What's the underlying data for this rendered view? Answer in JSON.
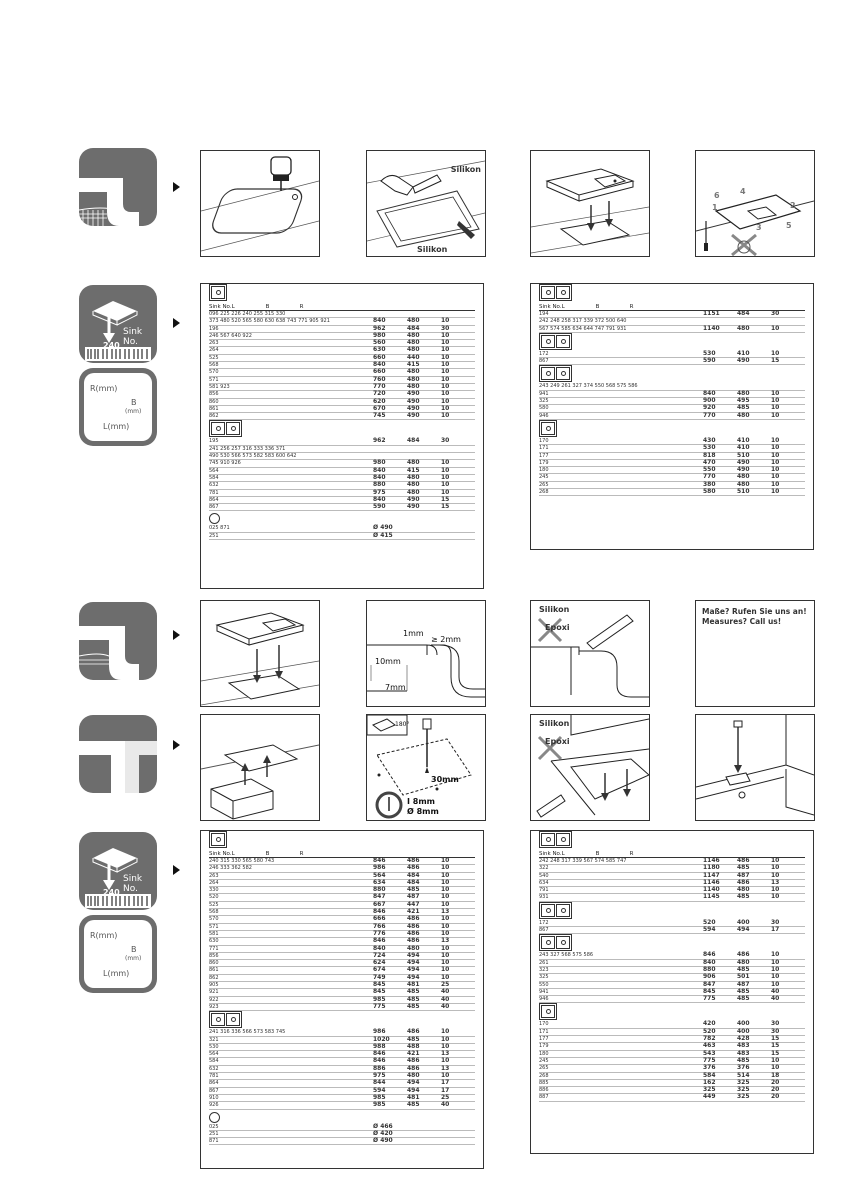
{
  "labels": {
    "silikon": "Silikon",
    "epoxi": "Epoxi",
    "sink_no": "Sink No.",
    "sink_code": "240",
    "r_mm": "R(mm)",
    "b": "B",
    "mm": "(mm)",
    "l_mm": "L(mm)",
    "dim_1mm": "1mm",
    "dim_2mm": "≥ 2mm",
    "dim_10mm": "10mm",
    "dim_7mm": "7mm",
    "dim_30mm": "30mm",
    "dim_i8": "Ι 8mm",
    "dim_o8": "Ø 8mm",
    "rot": "180°",
    "call_de": "Maße? Rufen Sie uns an!",
    "call_en": "Measures? Call us!",
    "n1": "1",
    "n2": "2",
    "n3": "3",
    "n4": "4",
    "n5": "5",
    "n6": "6"
  },
  "tables": {
    "t1": {
      "head": [
        "Sink No.",
        "L",
        "B",
        "R"
      ],
      "s1": [
        [
          "096 225 226 240 255 315 330",
          "",
          "",
          ""
        ],
        [
          "373 480 520 565 580 630 638 743 771 905 921",
          "840",
          "480",
          "10"
        ],
        [
          "196",
          "962",
          "484",
          "30"
        ],
        [
          "246 567 640 922",
          "980",
          "480",
          "10"
        ],
        [
          "263",
          "560",
          "480",
          "10"
        ],
        [
          "264",
          "630",
          "480",
          "10"
        ],
        [
          "525",
          "660",
          "440",
          "10"
        ],
        [
          "568",
          "840",
          "415",
          "10"
        ],
        [
          "570",
          "660",
          "480",
          "10"
        ],
        [
          "571",
          "760",
          "480",
          "10"
        ],
        [
          "581 923",
          "770",
          "480",
          "10"
        ],
        [
          "856",
          "720",
          "490",
          "10"
        ],
        [
          "860",
          "620",
          "490",
          "10"
        ],
        [
          "861",
          "670",
          "490",
          "10"
        ],
        [
          "862",
          "745",
          "490",
          "10"
        ]
      ],
      "s2": [
        [
          "195",
          "962",
          "484",
          "30"
        ],
        [
          "241 256 257 316 333 336 371",
          "",
          "",
          ""
        ],
        [
          "490 530 566 573 582 583 600 642",
          "",
          "",
          ""
        ],
        [
          "745 910 926",
          "980",
          "480",
          "10"
        ],
        [
          "564",
          "840",
          "415",
          "10"
        ],
        [
          "584",
          "840",
          "480",
          "10"
        ],
        [
          "632",
          "880",
          "480",
          "10"
        ],
        [
          "781",
          "975",
          "480",
          "10"
        ],
        [
          "864",
          "840",
          "490",
          "15"
        ],
        [
          "867",
          "590",
          "490",
          "15"
        ]
      ],
      "s3": [
        [
          "025 871",
          "Ø 490",
          "",
          ""
        ],
        [
          "251",
          "Ø 415",
          "",
          ""
        ]
      ]
    },
    "t2": {
      "head": [
        "Sink No.",
        "L",
        "B",
        "R"
      ],
      "s1": [
        [
          "194",
          "1151",
          "484",
          "30"
        ],
        [
          "242 248 258 317 339 372 500 640",
          "",
          "",
          ""
        ],
        [
          "567 574 585 634 644 747 791 931",
          "1140",
          "480",
          "10"
        ]
      ],
      "s2": [
        [
          "172",
          "530",
          "410",
          "10"
        ],
        [
          "867",
          "590",
          "490",
          "15"
        ]
      ],
      "s3": [
        [
          "243 249 261 327 374 550 568 575 586",
          "",
          "",
          ""
        ],
        [
          "941",
          "840",
          "480",
          "10"
        ],
        [
          "325",
          "900",
          "495",
          "10"
        ],
        [
          "580",
          "920",
          "485",
          "10"
        ],
        [
          "946",
          "770",
          "480",
          "10"
        ]
      ],
      "s4": [
        [
          "170",
          "430",
          "410",
          "10"
        ],
        [
          "171",
          "530",
          "410",
          "10"
        ],
        [
          "177",
          "818",
          "510",
          "10"
        ],
        [
          "179",
          "470",
          "490",
          "10"
        ],
        [
          "180",
          "550",
          "490",
          "10"
        ],
        [
          "245",
          "770",
          "480",
          "10"
        ],
        [
          "265",
          "380",
          "480",
          "10"
        ],
        [
          "268",
          "580",
          "510",
          "10"
        ]
      ]
    },
    "t3": {
      "head": [
        "Sink No.",
        "L",
        "B",
        "R"
      ],
      "s1": [
        [
          "240 315 330 565 580 743",
          "846",
          "486",
          "10"
        ],
        [
          "246 333 362 582",
          "986",
          "486",
          "10"
        ],
        [
          "263",
          "564",
          "484",
          "10"
        ],
        [
          "264",
          "634",
          "484",
          "10"
        ],
        [
          "330",
          "880",
          "485",
          "10"
        ],
        [
          "520",
          "847",
          "487",
          "10"
        ],
        [
          "525",
          "667",
          "447",
          "10"
        ],
        [
          "568",
          "846",
          "421",
          "13"
        ],
        [
          "570",
          "666",
          "486",
          "10"
        ],
        [
          "571",
          "766",
          "486",
          "10"
        ],
        [
          "581",
          "776",
          "486",
          "10"
        ],
        [
          "630",
          "846",
          "486",
          "13"
        ],
        [
          "771",
          "840",
          "480",
          "10"
        ],
        [
          "856",
          "724",
          "494",
          "10"
        ],
        [
          "860",
          "624",
          "494",
          "10"
        ],
        [
          "861",
          "674",
          "494",
          "10"
        ],
        [
          "862",
          "749",
          "494",
          "10"
        ],
        [
          "905",
          "845",
          "481",
          "25"
        ],
        [
          "921",
          "845",
          "485",
          "40"
        ],
        [
          "922",
          "985",
          "485",
          "40"
        ],
        [
          "923",
          "775",
          "485",
          "40"
        ]
      ],
      "s2": [
        [
          "241 316 336 566 573 583 745",
          "986",
          "486",
          "10"
        ],
        [
          "321",
          "1020",
          "485",
          "10"
        ],
        [
          "530",
          "988",
          "488",
          "10"
        ],
        [
          "564",
          "846",
          "421",
          "13"
        ],
        [
          "584",
          "846",
          "486",
          "10"
        ],
        [
          "632",
          "886",
          "486",
          "13"
        ],
        [
          "781",
          "975",
          "480",
          "10"
        ],
        [
          "864",
          "844",
          "494",
          "17"
        ],
        [
          "867",
          "594",
          "494",
          "17"
        ],
        [
          "910",
          "985",
          "481",
          "25"
        ],
        [
          "926",
          "985",
          "485",
          "40"
        ]
      ],
      "s3": [
        [
          "025",
          "Ø 466",
          "",
          ""
        ],
        [
          "251",
          "Ø 420",
          "",
          ""
        ],
        [
          "871",
          "Ø 490",
          "",
          ""
        ]
      ]
    },
    "t4": {
      "head": [
        "Sink No.",
        "L",
        "B",
        "R"
      ],
      "s1": [
        [
          "242 248 317 339 567 574 585 747",
          "1146",
          "486",
          "10"
        ],
        [
          "322",
          "1180",
          "485",
          "10"
        ],
        [
          "540",
          "1147",
          "487",
          "10"
        ],
        [
          "634",
          "1146",
          "486",
          "13"
        ],
        [
          "791",
          "1140",
          "480",
          "10"
        ],
        [
          "931",
          "1145",
          "485",
          "10"
        ]
      ],
      "s2": [
        [
          "172",
          "520",
          "400",
          "30"
        ],
        [
          "867",
          "594",
          "494",
          "17"
        ]
      ],
      "s3": [
        [
          "243 327 568 575 586",
          "846",
          "486",
          "10"
        ],
        [
          "261",
          "840",
          "480",
          "10"
        ],
        [
          "323",
          "880",
          "485",
          "10"
        ],
        [
          "325",
          "906",
          "501",
          "10"
        ],
        [
          "550",
          "847",
          "487",
          "10"
        ],
        [
          "941",
          "845",
          "485",
          "40"
        ],
        [
          "946",
          "775",
          "485",
          "40"
        ]
      ],
      "s4": [
        [
          "170",
          "420",
          "400",
          "30"
        ],
        [
          "171",
          "520",
          "400",
          "30"
        ],
        [
          "177",
          "782",
          "428",
          "15"
        ],
        [
          "179",
          "463",
          "483",
          "15"
        ],
        [
          "180",
          "543",
          "483",
          "15"
        ],
        [
          "245",
          "775",
          "485",
          "10"
        ],
        [
          "265",
          "376",
          "376",
          "10"
        ],
        [
          "268",
          "584",
          "514",
          "18"
        ],
        [
          "885",
          "162",
          "325",
          "20"
        ],
        [
          "886",
          "325",
          "325",
          "20"
        ],
        [
          "887",
          "449",
          "325",
          "20"
        ]
      ]
    }
  }
}
